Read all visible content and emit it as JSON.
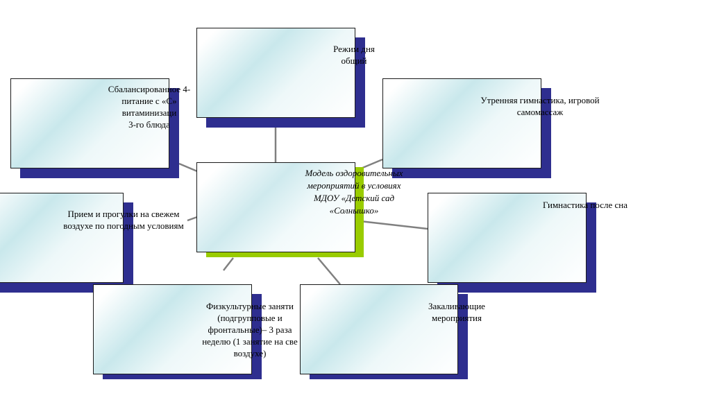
{
  "center": {
    "text": "Модель оздоровительных\nмероприятий в условиях\nМДОУ «Детский сад\n«Солнышко»"
  },
  "nodes": [
    {
      "key": "regime",
      "text": "Режим дня\nобщий"
    },
    {
      "key": "gymnastics",
      "text": "Утренняя гимнастика, игровой\nсамомассаж"
    },
    {
      "key": "nutrition",
      "text": "Сбалансированное 4-\nпитание с «С»\nвитаминизаци\n3-го блюда"
    },
    {
      "key": "walks",
      "text": "Прием и прогулки на свежем\nвоздухе по погодным условиям"
    },
    {
      "key": "after-sleep",
      "text": "Гимнастика после сна"
    },
    {
      "key": "pe",
      "text": "Физкультурные заняти\n(подгрупповые и\nфронтальные)– 3 раза\nнеделю (1 занятие на све\nвоздухе)"
    },
    {
      "key": "hardening",
      "text": "Закаливающие\nмероприятия"
    }
  ],
  "colors": {
    "shadow": "#2e2e8f",
    "center_shadow": "#99cc00",
    "connector": "#808080",
    "gradient_tint": "#c9e8ec"
  }
}
